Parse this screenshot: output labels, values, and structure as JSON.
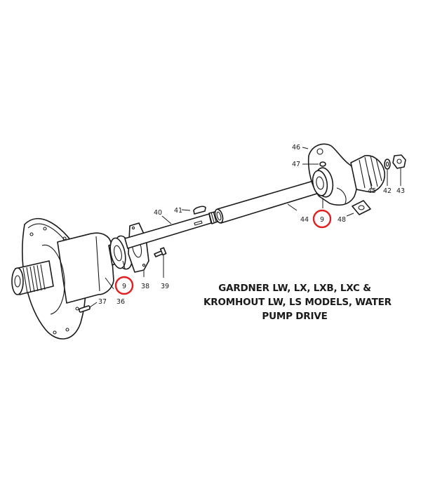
{
  "diagram": {
    "title_lines": [
      "GARDNER LW, LX, LXB, LXC &",
      "KROMHOUT LW, LS MODELS, WATER",
      "PUMP DRIVE"
    ],
    "highlight_color": "#e02020",
    "line_color": "#1a1a1a",
    "background": "#ffffff",
    "callouts": {
      "c9a": "9",
      "c9b": "9",
      "c36": "36",
      "c37": "37",
      "c38": "38",
      "c39": "39",
      "c40": "40",
      "c41": "41",
      "c42": "42",
      "c43": "43",
      "c44": "44",
      "c45": "45",
      "c46": "46",
      "c47": "47",
      "c48": "48"
    },
    "highlighted_parts": [
      "9 (left bearing)",
      "9 (right bearing)"
    ]
  }
}
